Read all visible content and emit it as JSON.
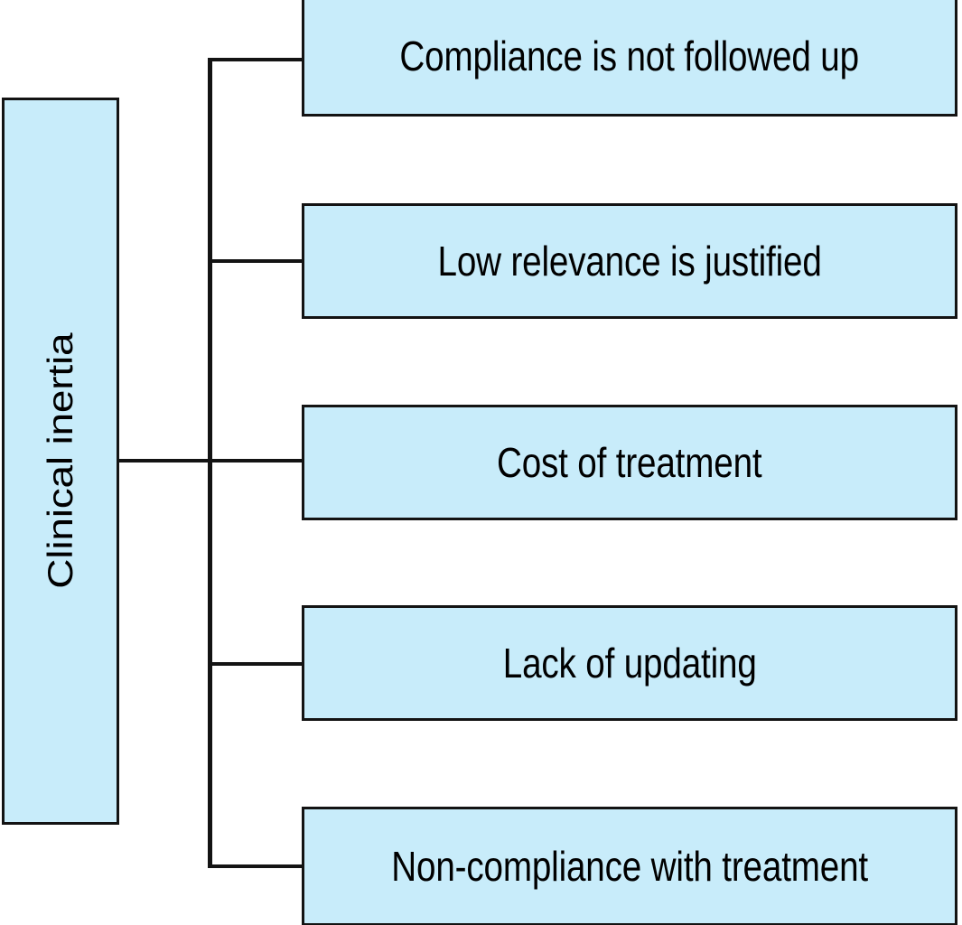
{
  "diagram": {
    "type": "tree",
    "orientation": "left-to-right",
    "colors": {
      "node_fill": "#c8ecfa",
      "node_border": "#131313",
      "connector": "#131313",
      "background": "#ffffff",
      "text": "#000000"
    },
    "root": {
      "label": "Clinical inertia",
      "text_orientation": "vertical-bottom-to-top"
    },
    "branches": [
      {
        "label": "Compliance is not followed up"
      },
      {
        "label": "Low relevance is justified"
      },
      {
        "label": "Cost of treatment"
      },
      {
        "label": "Lack of updating"
      },
      {
        "label": "Non-compliance with treatment"
      }
    ]
  }
}
